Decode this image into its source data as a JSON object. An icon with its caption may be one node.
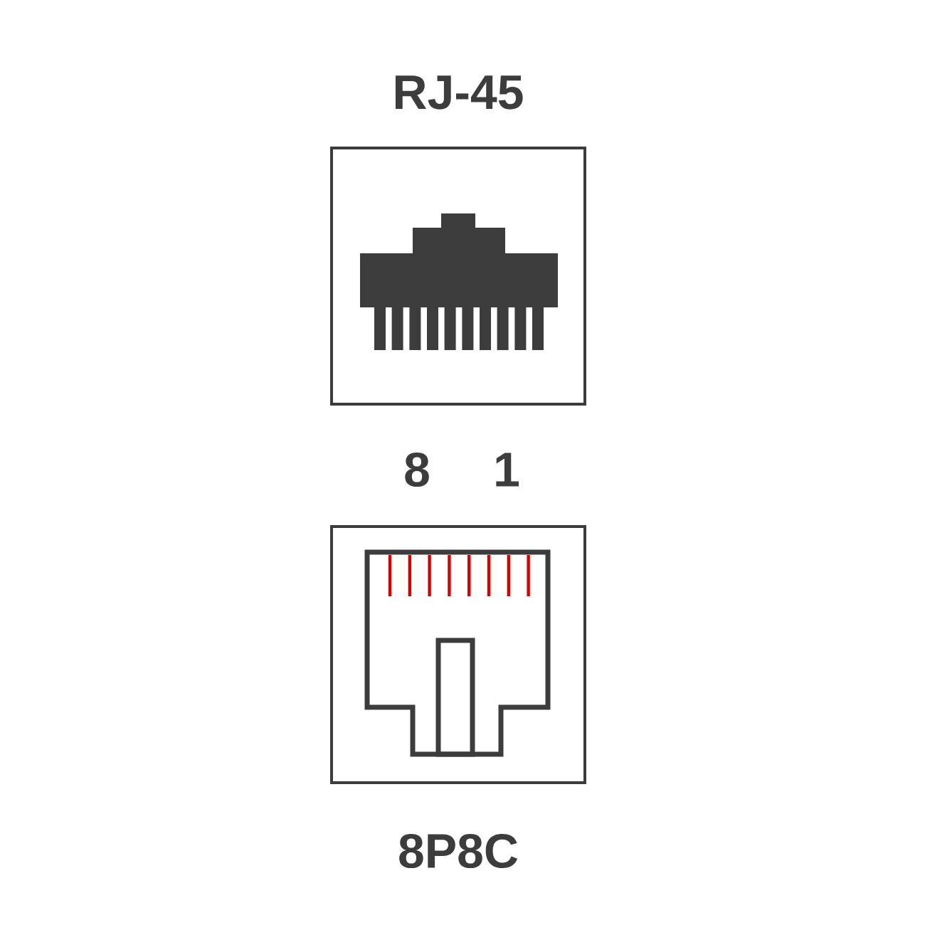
{
  "diagram": {
    "nodes": [
      {
        "text": [
          "RJ-45"
        ]
      },
      {
        "text": [
          "8P8C"
        ]
      }
    ],
    "labels": [
      "8",
      "1"
    ]
  }
}
